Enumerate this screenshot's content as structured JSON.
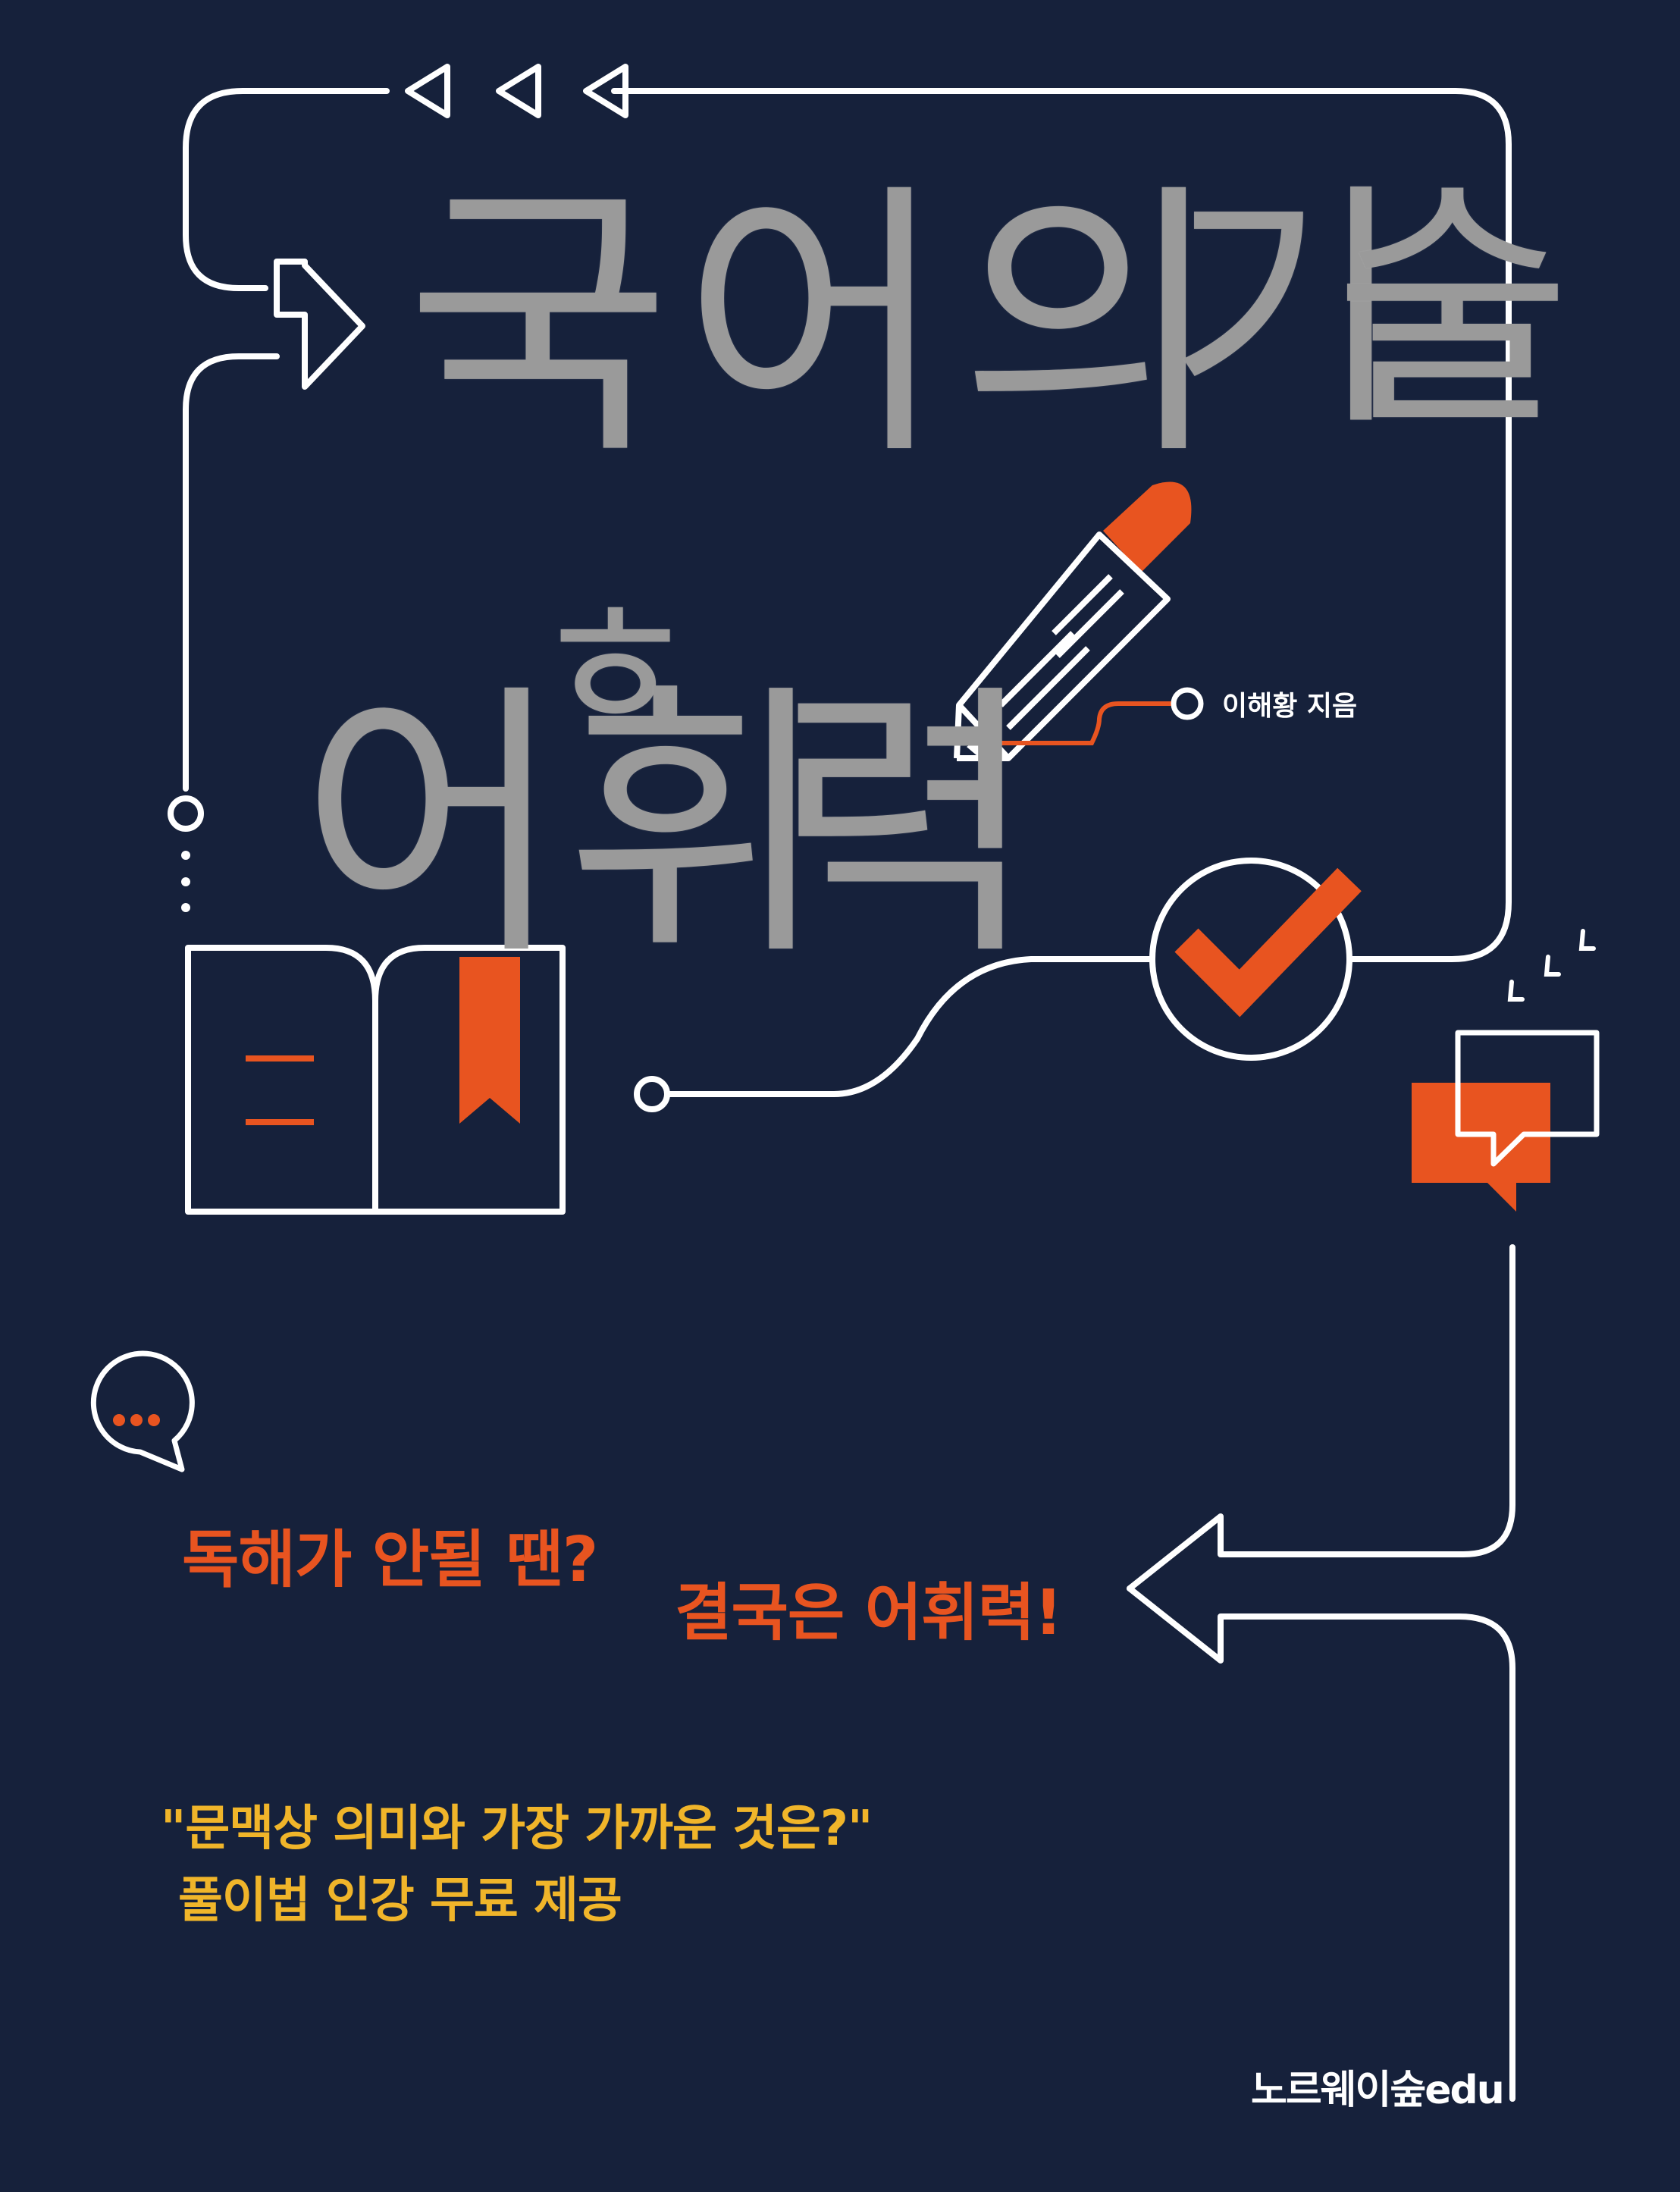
{
  "cover": {
    "title_line1": [
      "국",
      "어",
      "의",
      "기",
      "술"
    ],
    "title_line2": [
      "어",
      "휘",
      "력"
    ],
    "title_joiner": "ㅎ",
    "author": "이해황 지음",
    "tagline_1": "독해가 안될 땐?",
    "tagline_2": "결국은 어휘력!",
    "promo_line1": "\"문맥상 의미와 가장 가까운 것은?\"",
    "promo_line2": "풀이법 인강 무료 제공",
    "publisher": "노르웨이숲edu"
  },
  "colors": {
    "background": "#16213b",
    "accent_orange": "#e85420",
    "accent_yellow": "#f0b52a",
    "title_gray": "#9a9a9a",
    "line_white": "#ffffff"
  },
  "icons": [
    "pencil-icon",
    "checkmark-circle-icon",
    "open-book-icon",
    "bookmark-icon",
    "speech-bubbles-icon",
    "chat-dots-icon",
    "play-arrow-icon",
    "left-arrow-icon"
  ]
}
